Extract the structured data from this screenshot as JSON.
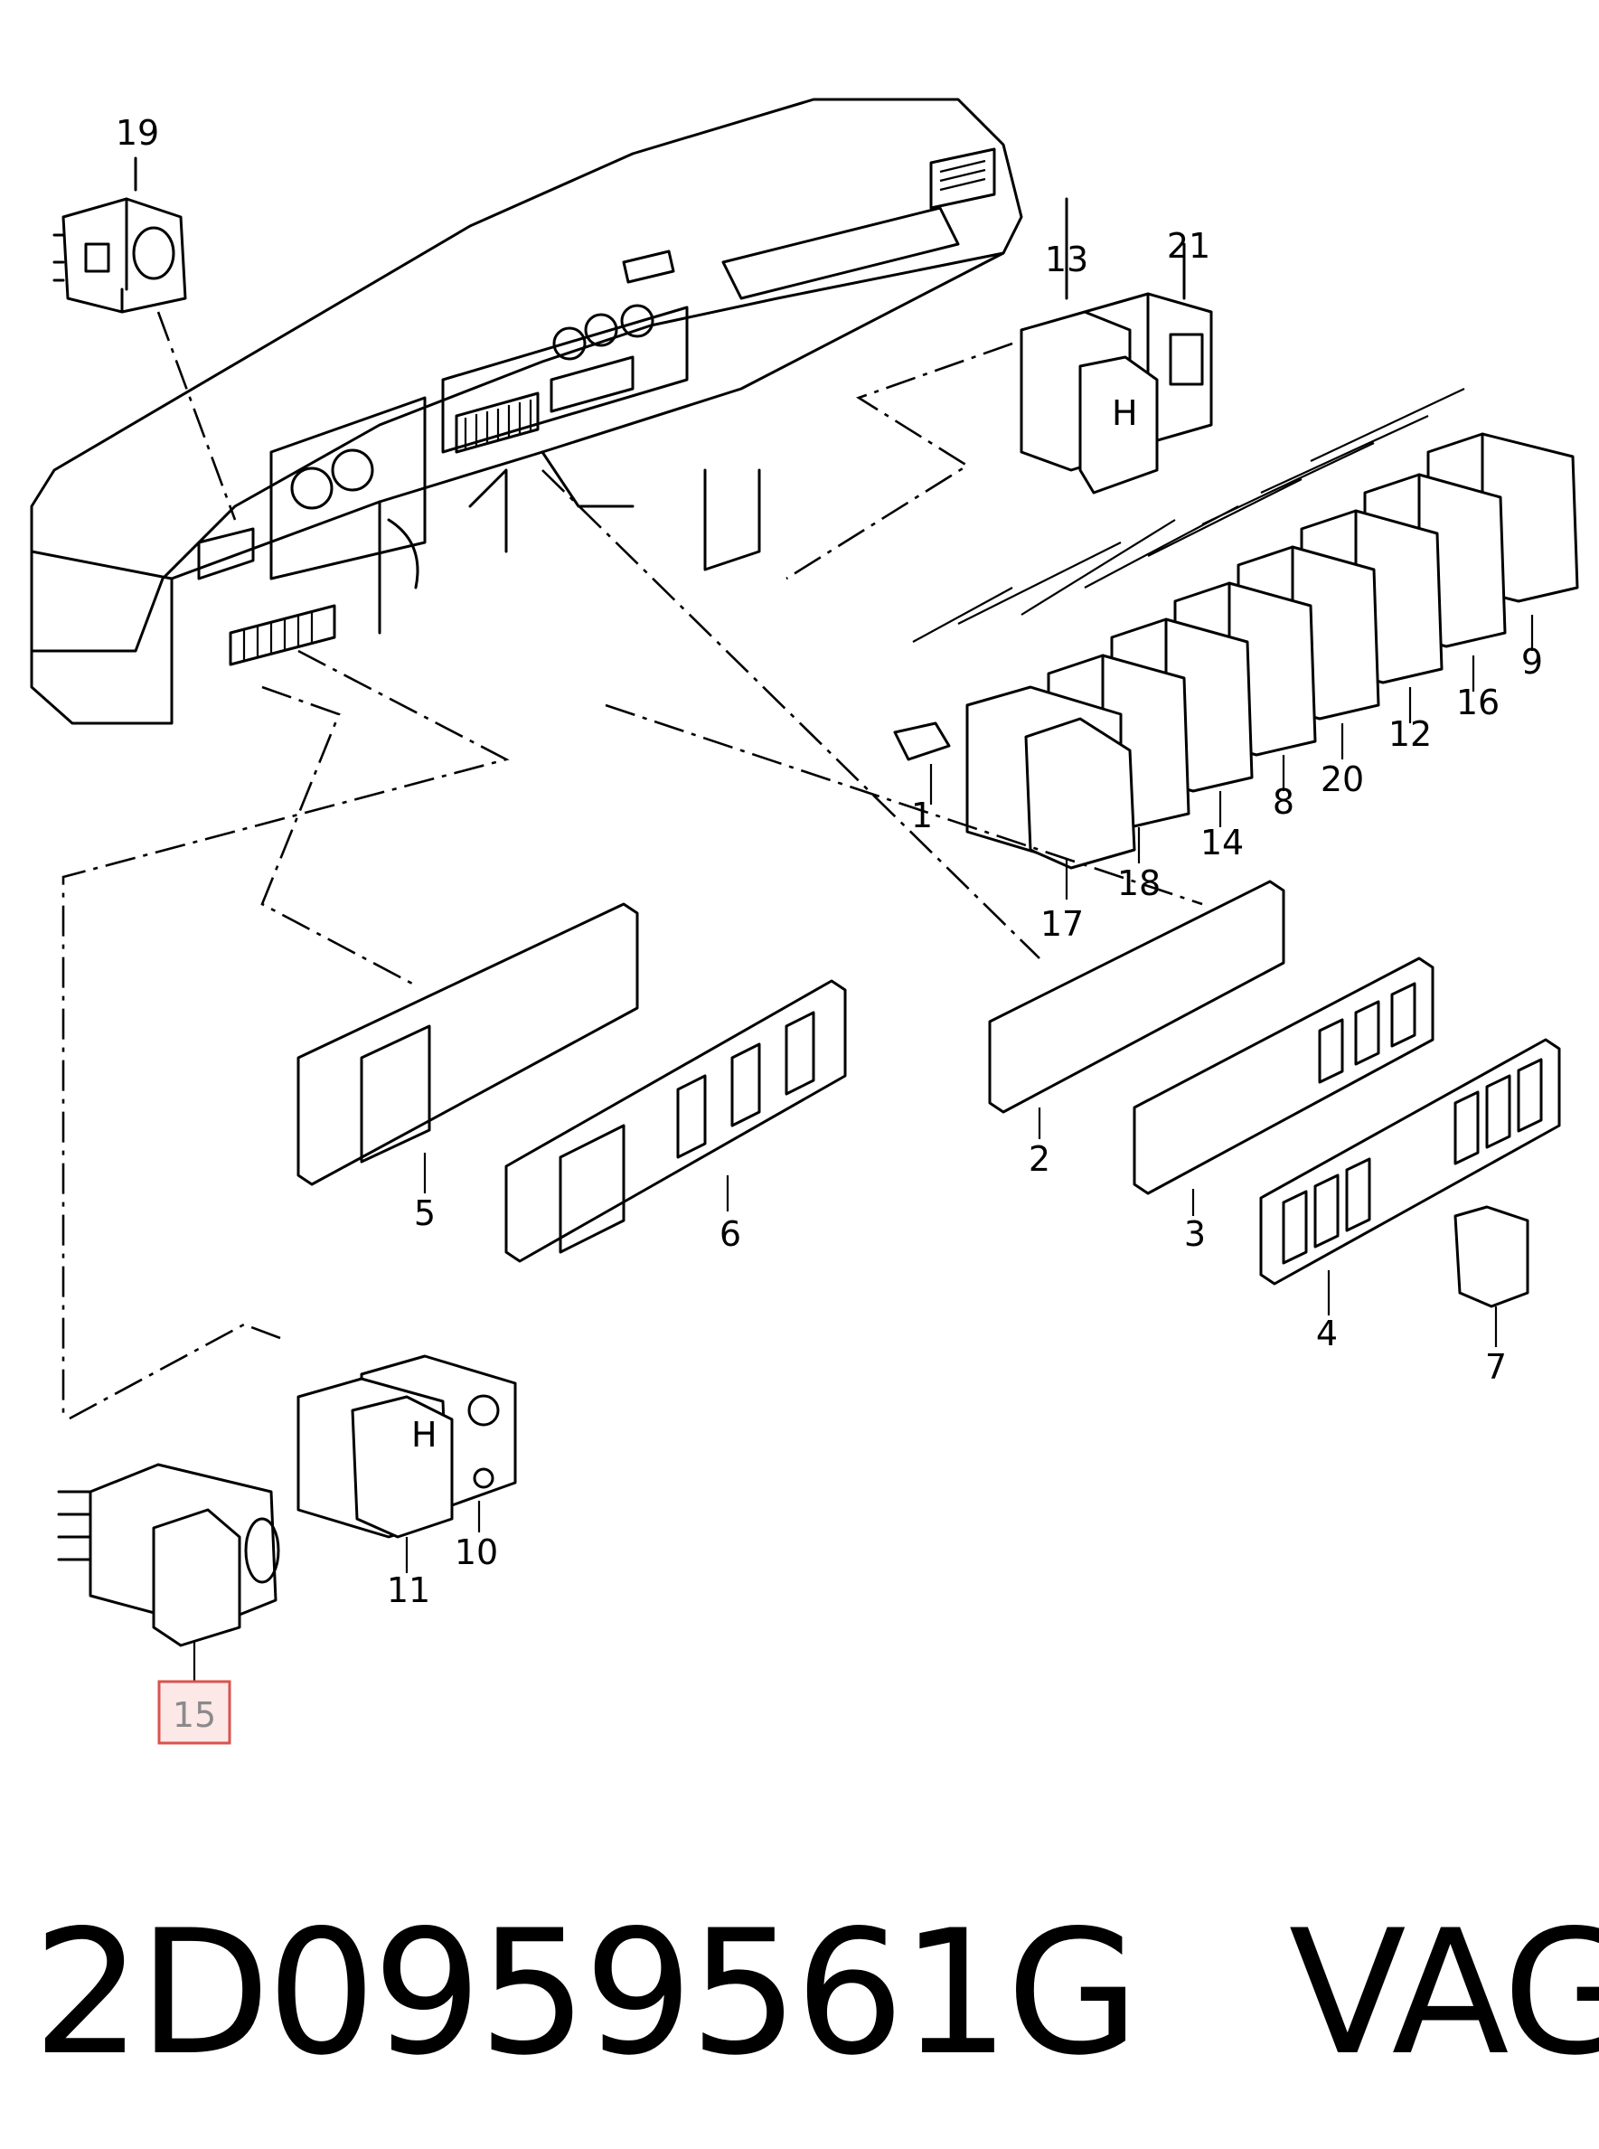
{
  "labels": {
    "l1": "1",
    "l2": "2",
    "l3": "3",
    "l4": "4",
    "l5": "5",
    "l6": "6",
    "l7": "7",
    "l8": "8",
    "l9": "9",
    "l10": "10",
    "l11": "11",
    "l12": "12",
    "l13": "13",
    "l14": "14",
    "l15": "15",
    "l16": "16",
    "l17": "17",
    "l18": "18",
    "l19": "19",
    "l20": "20",
    "l21": "21"
  },
  "highlight": {
    "label": "l15",
    "border_color": "#d9534f",
    "fill_color": "#fde8e8"
  },
  "caption": {
    "part_number": "2D0959561G",
    "brand": "VAG"
  }
}
